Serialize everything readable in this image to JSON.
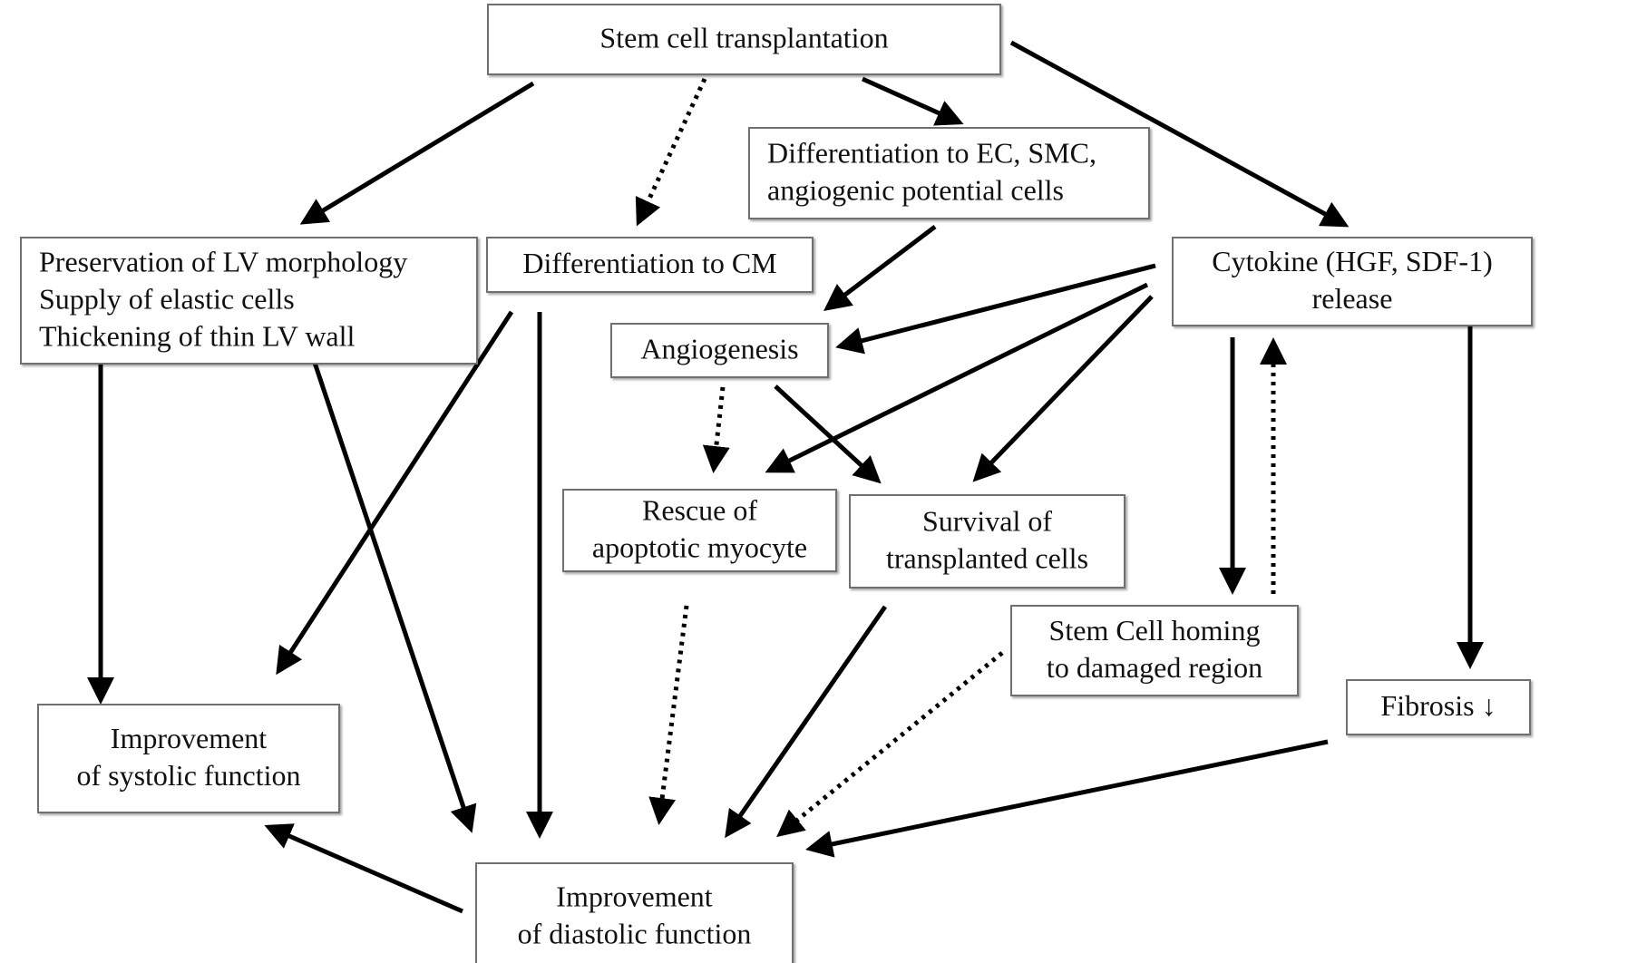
{
  "nodes": {
    "stem_cell_transplantation": {
      "lines": [
        "Stem cell transplantation"
      ]
    },
    "differentiation_ec_smc": {
      "lines": [
        "Differentiation to EC, SMC,",
        "angiogenic potential cells"
      ]
    },
    "preservation_lv": {
      "lines": [
        "Preservation of LV morphology",
        "Supply of elastic cells",
        "Thickening of thin LV wall"
      ]
    },
    "differentiation_cm": {
      "lines": [
        "Differentiation to CM"
      ]
    },
    "cytokine_release": {
      "lines": [
        "Cytokine (HGF, SDF-1)",
        "release"
      ]
    },
    "angiogenesis": {
      "lines": [
        "Angiogenesis"
      ]
    },
    "rescue_apoptotic": {
      "lines": [
        "Rescue of",
        "apoptotic myocyte"
      ]
    },
    "survival_transplanted": {
      "lines": [
        "Survival of",
        "transplanted cells"
      ]
    },
    "stem_cell_homing": {
      "lines": [
        "Stem Cell homing",
        "to damaged region"
      ]
    },
    "fibrosis": {
      "lines": [
        "Fibrosis ↓"
      ]
    },
    "improvement_systolic": {
      "lines": [
        "Improvement",
        "of systolic function"
      ]
    },
    "improvement_diastolic": {
      "lines": [
        "Improvement",
        "of diastolic function"
      ]
    }
  },
  "edges": [
    {
      "from": "stem_cell_transplantation",
      "to": "preservation_lv",
      "style": "solid"
    },
    {
      "from": "stem_cell_transplantation",
      "to": "differentiation_cm",
      "style": "dotted"
    },
    {
      "from": "stem_cell_transplantation",
      "to": "differentiation_ec_smc",
      "style": "solid"
    },
    {
      "from": "stem_cell_transplantation",
      "to": "cytokine_release",
      "style": "solid"
    },
    {
      "from": "differentiation_ec_smc",
      "to": "angiogenesis",
      "style": "solid"
    },
    {
      "from": "cytokine_release",
      "to": "angiogenesis",
      "style": "solid"
    },
    {
      "from": "cytokine_release",
      "to": "rescue_apoptotic",
      "style": "solid"
    },
    {
      "from": "cytokine_release",
      "to": "survival_transplanted",
      "style": "solid"
    },
    {
      "from": "cytokine_release",
      "to": "stem_cell_homing",
      "style": "solid"
    },
    {
      "from": "stem_cell_homing",
      "to": "cytokine_release",
      "style": "dotted"
    },
    {
      "from": "cytokine_release",
      "to": "fibrosis",
      "style": "solid"
    },
    {
      "from": "angiogenesis",
      "to": "rescue_apoptotic",
      "style": "dotted"
    },
    {
      "from": "angiogenesis",
      "to": "survival_transplanted",
      "style": "solid"
    },
    {
      "from": "preservation_lv",
      "to": "improvement_systolic",
      "style": "solid"
    },
    {
      "from": "preservation_lv",
      "to": "improvement_diastolic",
      "style": "solid"
    },
    {
      "from": "differentiation_cm",
      "to": "improvement_systolic",
      "style": "solid"
    },
    {
      "from": "differentiation_cm",
      "to": "improvement_diastolic",
      "style": "solid"
    },
    {
      "from": "rescue_apoptotic",
      "to": "improvement_diastolic",
      "style": "dotted"
    },
    {
      "from": "survival_transplanted",
      "to": "improvement_diastolic",
      "style": "solid"
    },
    {
      "from": "stem_cell_homing",
      "to": "improvement_diastolic",
      "style": "dotted"
    },
    {
      "from": "fibrosis",
      "to": "improvement_diastolic",
      "style": "solid"
    },
    {
      "from": "improvement_diastolic",
      "to": "improvement_systolic",
      "style": "solid"
    }
  ],
  "colors": {
    "line": "#000000",
    "box_border": "#6f6f6f",
    "box_fill": "#ffffff",
    "text": "#111111"
  }
}
